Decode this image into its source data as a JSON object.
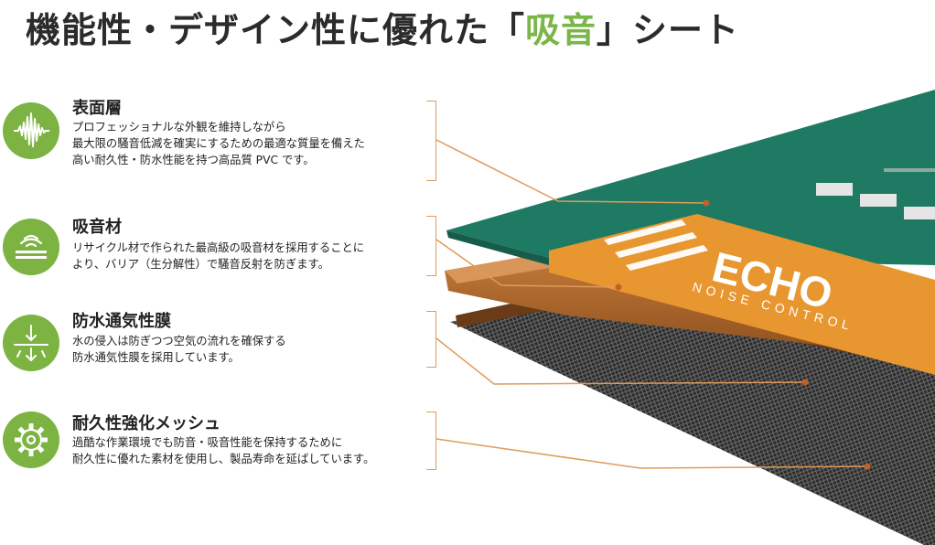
{
  "header": {
    "title_pre": "機能性・デザイン性に優れた「",
    "title_highlight": "吸音",
    "title_post": "」シート"
  },
  "features": [
    {
      "icon": "sound-wave-icon",
      "title": "表面層",
      "lines": [
        "プロフェッショナルな外観を維持しながら",
        "最大限の騒音低減を確実にするための最適な質量を備えた",
        "高い耐久性・防水性能を持つ高品質 PVC です。"
      ]
    },
    {
      "icon": "sound-absorb-icon",
      "title": "吸音材",
      "lines": [
        "リサイクル材で作られた最高級の吸音材を採用することに",
        "より、バリア（生分解性）で騒音反射を防ぎます。"
      ]
    },
    {
      "icon": "water-air-icon",
      "title": "防水通気性膜",
      "lines": [
        "水の侵入は防ぎつつ空気の流れを確保する",
        "防水通気性膜を採用しています。"
      ]
    },
    {
      "icon": "gear-icon",
      "title": "耐久性強化メッシュ",
      "lines": [
        "過酷な作業環境でも防音・吸音性能を保持するために",
        "耐久性に優れた素材を使用し、製品寿命を延ばしています。"
      ]
    }
  ],
  "product": {
    "brand": "ECHO",
    "tagline": "NOISE CONTROL"
  },
  "colors": {
    "accent": "#7cb342",
    "pvc": "#1f7a63",
    "orange": "#e8962f",
    "absorber": "#b06a2d",
    "leader": "#e09a5a"
  }
}
